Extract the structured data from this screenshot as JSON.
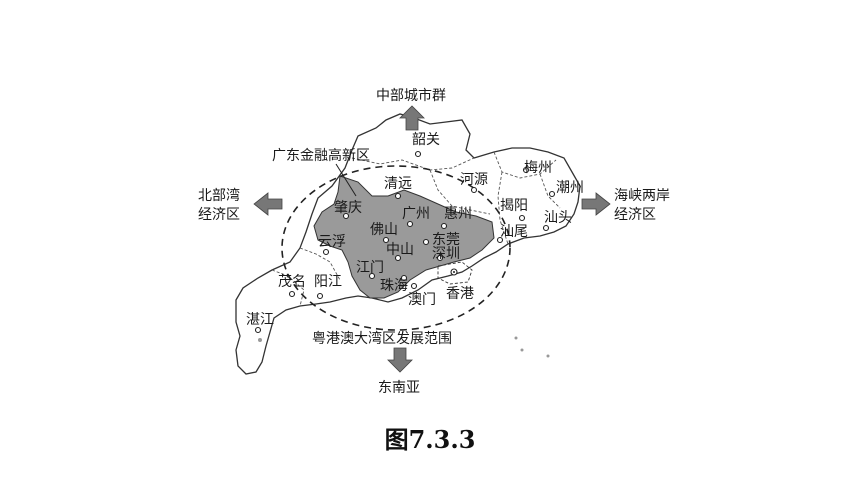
{
  "arrows": {
    "north": "中部城市群",
    "west_line1": "北部湾",
    "west_line2": "经济区",
    "east_line1": "海峡两岸",
    "east_line2": "经济区",
    "south": "东南亚"
  },
  "callouts": {
    "finance_zone": "广东金融高新区",
    "bay_area_scope": "粤港澳大湾区发展范围"
  },
  "cities": {
    "shaoguan": "韶关",
    "qingyuan": "清远",
    "heyuan": "河源",
    "meizhou": "梅州",
    "chaozhou": "潮州",
    "jieyang": "揭阳",
    "shantou": "汕头",
    "shanwei": "汕尾",
    "zhaoqing": "肇庆",
    "guangzhou": "广州",
    "huizhou": "惠州",
    "foshan": "佛山",
    "dongguan": "东莞",
    "zhongshan": "中山",
    "shenzhen": "深圳",
    "yunfu": "云浮",
    "jiangmen": "江门",
    "zhuhai": "珠海",
    "hongkong": "香港",
    "macau": "澳门",
    "maoming": "茂名",
    "yangjiang": "阳江",
    "zhanjiang": "湛江"
  },
  "caption": "图7.3.3"
}
